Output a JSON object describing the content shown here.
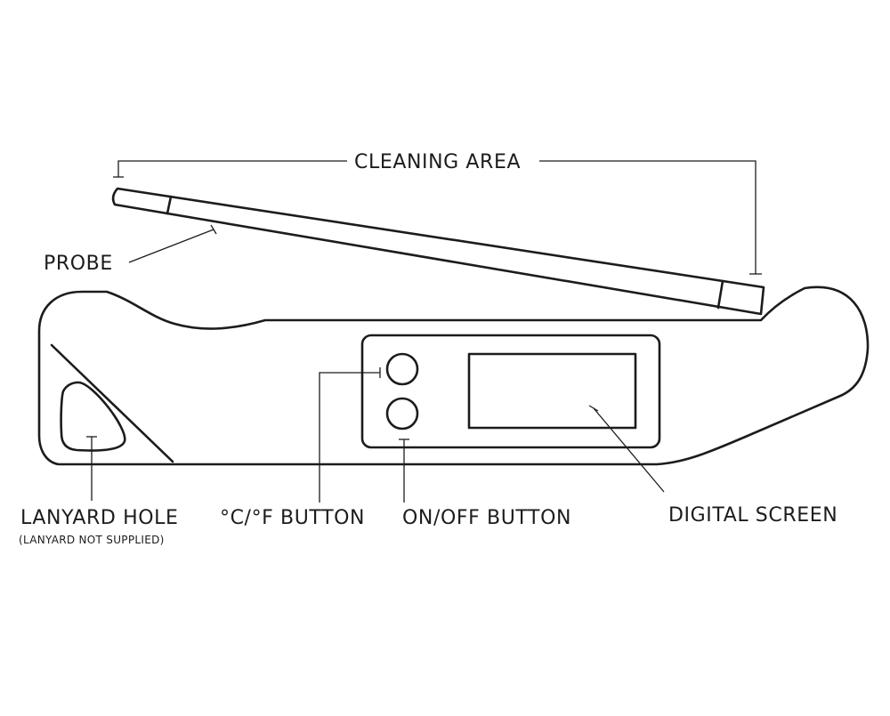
{
  "labels": {
    "cleaning_area": "CLEANING AREA",
    "probe": "PROBE",
    "lanyard_hole": "LANYARD HOLE",
    "lanyard_note": "(LANYARD NOT SUPPLIED)",
    "cf_button": "°C/°F BUTTON",
    "on_off_button": "ON/OFF BUTTON",
    "digital_screen": "DIGITAL SCREEN"
  },
  "colors": {
    "line": "#1c1c1c",
    "background": "#ffffff"
  }
}
